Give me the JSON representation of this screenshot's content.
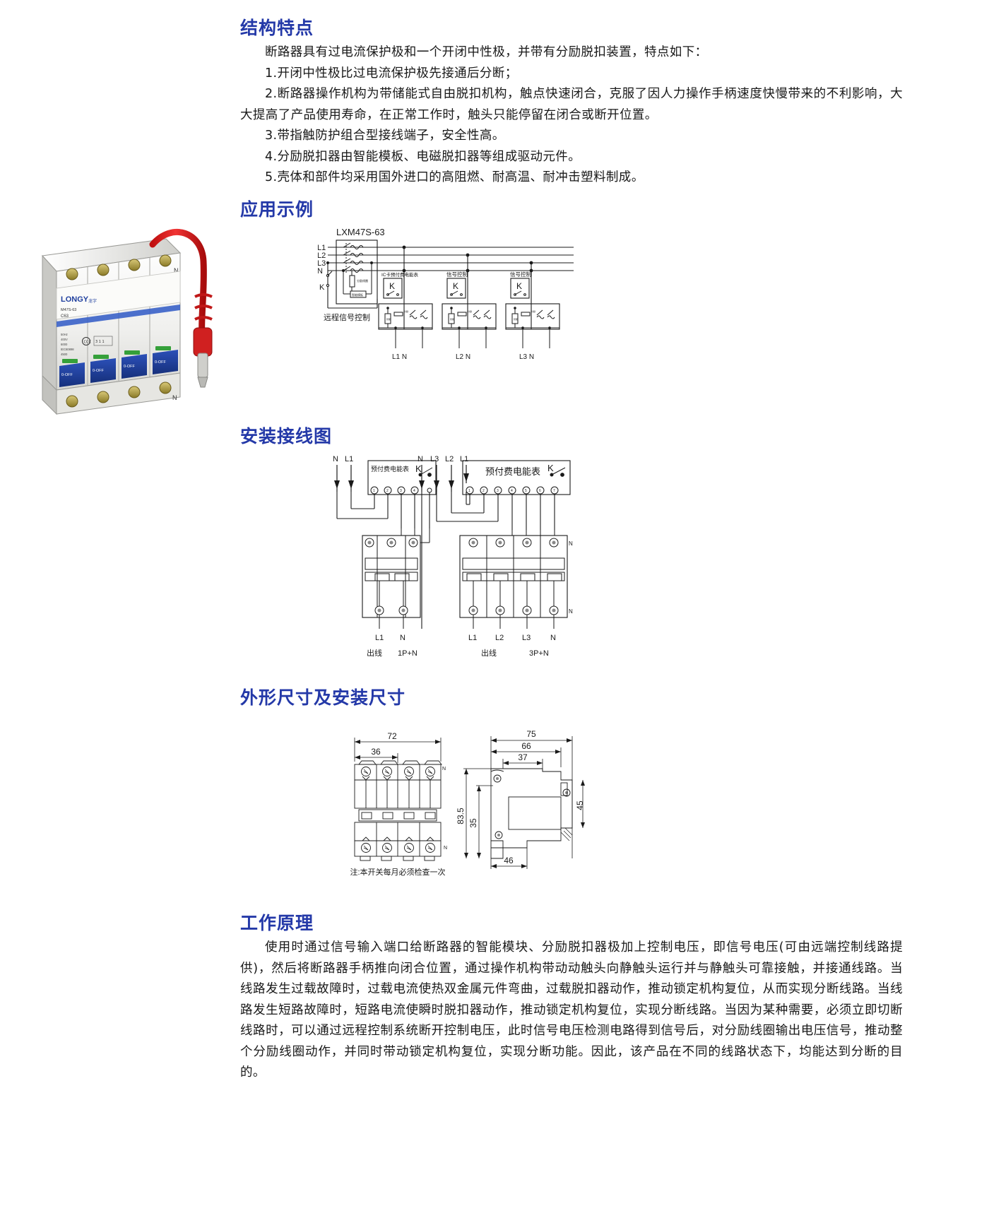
{
  "sections": {
    "structure": {
      "heading": "结构特点",
      "intro": "断路器具有过电流保护极和一个开闭中性极，并带有分励脱扣装置，特点如下：",
      "items": [
        "1.开闭中性极比过电流保护极先接通后分断；",
        "2.断路器操作机构为带储能式自由脱扣机构，触点快速闭合，克服了因人力操作手柄速度快慢带来的不利影响，大大提高了产品使用寿命，在正常工作时，触头只能停留在闭合或断开位置。",
        "3.带指触防护组合型接线端子，安全性高。",
        "4.分励脱扣器由智能模板、电磁脱扣器等组成驱动元件。",
        "5.壳体和部件均采用国外进口的高阻燃、耐高温、耐冲击塑料制成。"
      ]
    },
    "application": {
      "heading": "应用示例",
      "model": "LXM47S-63",
      "phase_labels": [
        "L1",
        "L2",
        "L3",
        "N"
      ],
      "k_label": "K",
      "breaker_inner_labels": [
        "分励线圈",
        "智能模板"
      ],
      "remote_label": "远程信号控制",
      "branch_titles": [
        "IC卡预付费电能表",
        "信号控制",
        "信号控制"
      ],
      "branch_relay_label": "K",
      "branch_coil_label": "分励线圈",
      "branch_module_label": "智能模板",
      "outputs": [
        "L1 N",
        "L2 N",
        "L3 N"
      ]
    },
    "wiring": {
      "heading": "安装接线图",
      "left": {
        "inputs": [
          "N",
          "L1"
        ],
        "meter_label": "预付费电能表",
        "k_label": "K",
        "terminals": [
          "1",
          "2",
          "3",
          "4",
          ""
        ],
        "outputs": [
          "L1",
          "N"
        ],
        "outline_label": "出线",
        "config_label": "1P+N"
      },
      "right": {
        "inputs": [
          "N",
          "L3",
          "L2",
          "L1"
        ],
        "meter_label": "预付费电能表",
        "k_label": "K",
        "terminals": [
          "1",
          "2",
          "3",
          "4",
          "5",
          "6",
          "7"
        ],
        "breaker_n_label": "N",
        "outputs": [
          "L1",
          "L2",
          "L3"
        ],
        "outputs_n": "N",
        "outline_label": "出线",
        "config_label": "3P+N"
      }
    },
    "dimensions": {
      "heading": "外形尺寸及安装尺寸",
      "front": {
        "width_total": "72",
        "width_inner": "36",
        "n_label": "N"
      },
      "side": {
        "depth_total": "75",
        "depth_mid": "66",
        "depth_front": "37",
        "height_total": "83.5",
        "height_mid": "35",
        "height_right": "45",
        "base_width": "46"
      },
      "note": "注:本开关每月必须检查一次"
    },
    "principle": {
      "heading": "工作原理",
      "paragraph": "使用时通过信号输入端口给断路器的智能模块、分励脱扣器极加上控制电压，即信号电压(可由远端控制线路提供)，然后将断路器手柄推向闭合位置，通过操作机构带动动触头向静触头运行并与静触头可靠接触，并接通线路。当线路发生过载故障时，过载电流使热双金属元件弯曲，过载脱扣器动作，推动锁定机构复位，从而实现分断线路。当线路发生短路故障时，短路电流使瞬时脱扣器动作，推动锁定机构复位，实现分断线路。当因为某种需要，必须立即切断线路时，可以通过远程控制系统断开控制电压，此时信号电压检测电路得到信号后，对分励线圈输出电压信号，推动整个分励线圈动作，并同时带动锁定机构复位，实现分断功能。因此，该产品在不同的线路状态下，均能达到分断的目的。"
    }
  },
  "product_photo": {
    "brand": "LONGY",
    "brand_suffix": "龙字",
    "model_text": "M47S-63",
    "spec_text": "C63",
    "ratings": [
      "50Hz",
      "400V",
      "6000",
      "IEC60898",
      "4500"
    ],
    "toggle_labels": [
      "0-OFF",
      "0-OFF",
      "0-OFF",
      "0-OFF"
    ],
    "n_label": "N"
  },
  "colors": {
    "heading": "#2439a8",
    "text": "#181818",
    "line": "#1a1a1a",
    "cable": "#e02020"
  }
}
